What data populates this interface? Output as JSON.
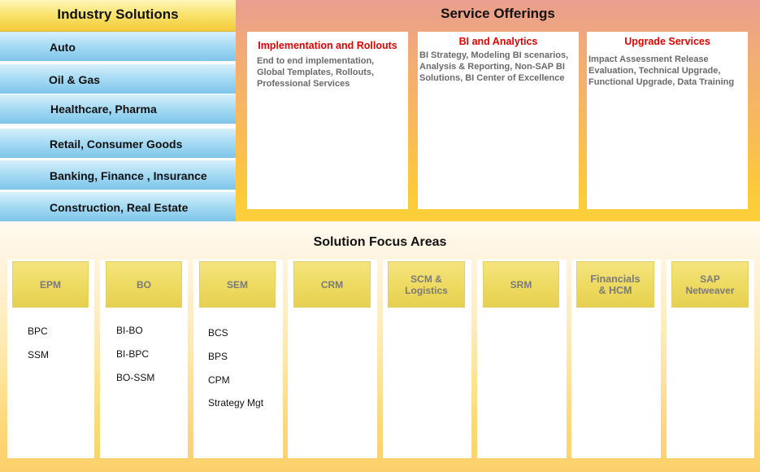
{
  "industry": {
    "title": "Industry Solutions",
    "items": [
      "Auto",
      "Oil & Gas",
      "Healthcare, Pharma",
      "Retail, Consumer Goods",
      "Banking, Finance , Insurance",
      "Construction, Real Estate"
    ]
  },
  "service": {
    "title": "Service Offerings",
    "boxes": [
      {
        "title": "Implementation and Rollouts",
        "lines": [
          "End to end implementation,",
          "Global Templates, Rollouts,",
          "Professional Services"
        ]
      },
      {
        "title": "BI and Analytics",
        "lines": [
          "BI Strategy, Modeling BI scenarios,",
          "Analysis & Reporting, Non-SAP BI",
          "Solutions, BI Center of Excellence"
        ]
      },
      {
        "title": "Upgrade Services",
        "lines": [
          "Impact Assessment Release",
          "Evaluation, Technical Upgrade,",
          "Functional Upgrade, Data Training"
        ]
      }
    ]
  },
  "focus": {
    "title": "Solution Focus Areas",
    "columns": [
      {
        "head": [
          "EPM"
        ],
        "items": [
          "BPC",
          "SSM"
        ]
      },
      {
        "head": [
          "BO"
        ],
        "items": [
          "BI-BO",
          "BI-BPC",
          "BO-SSM"
        ]
      },
      {
        "head": [
          "SEM"
        ],
        "items": [
          "BCS",
          "BPS",
          "CPM",
          "Strategy Mgt"
        ]
      },
      {
        "head": [
          "CRM"
        ],
        "items": []
      },
      {
        "head": [
          "SCM &",
          "Logistics"
        ],
        "items": []
      },
      {
        "head": [
          "SRM"
        ],
        "items": []
      },
      {
        "head": [
          "Financials",
          "& HCM"
        ],
        "items": []
      },
      {
        "head": [
          "SAP",
          "Netweaver"
        ],
        "items": []
      }
    ]
  }
}
